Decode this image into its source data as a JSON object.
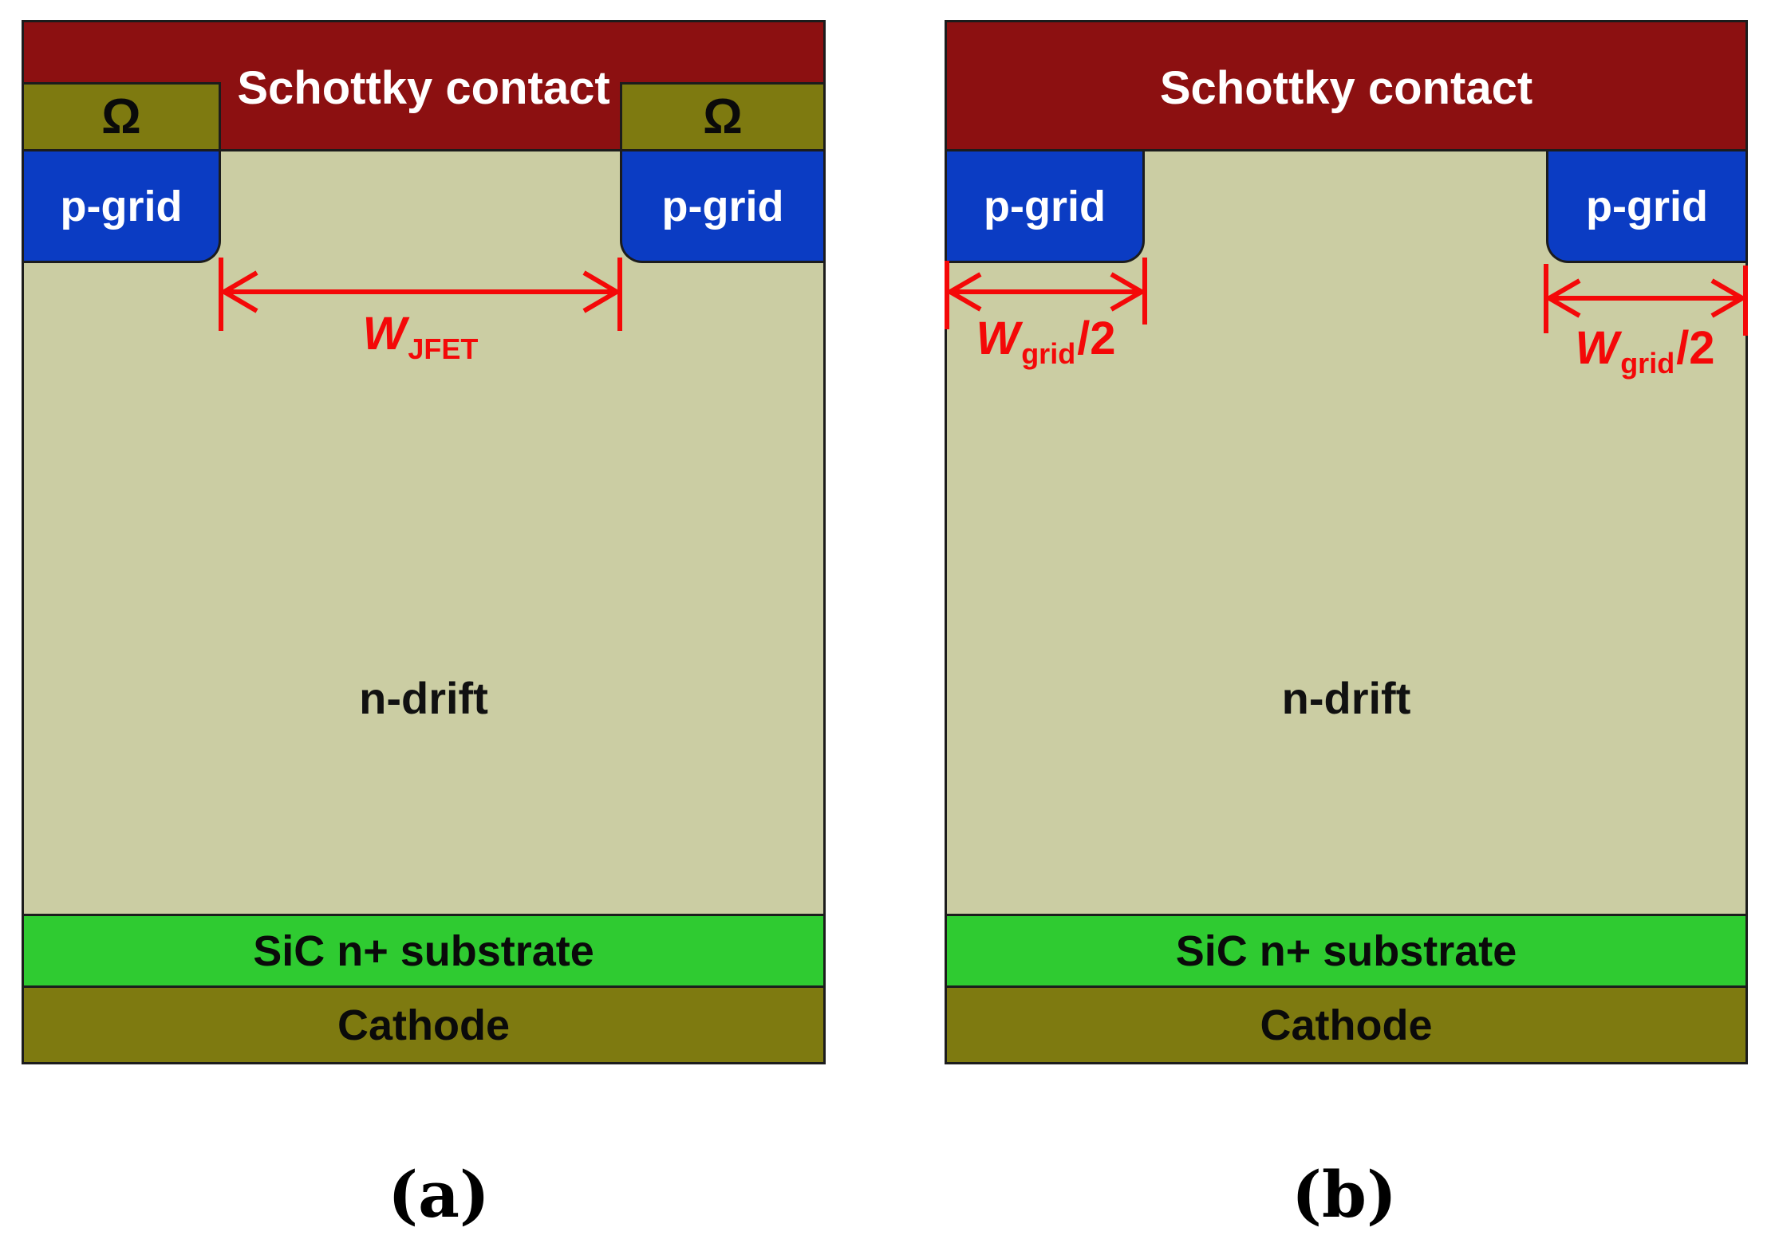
{
  "figure": {
    "panel_a": {
      "caption": "(a)",
      "schottky_contact": "Schottky contact",
      "ohmic_contact_left": "Ω",
      "ohmic_contact_right": "Ω",
      "p_grid_left": "p-grid",
      "p_grid_right": "p-grid",
      "n_drift": "n-drift",
      "substrate": "SiC n+ substrate",
      "cathode": "Cathode",
      "dimension": {
        "base": "W",
        "sub": "JFET"
      }
    },
    "panel_b": {
      "caption": "(b)",
      "schottky_contact": "Schottky contact",
      "p_grid_left": "p-grid",
      "p_grid_right": "p-grid",
      "n_drift": "n-drift",
      "substrate": "SiC n+ substrate",
      "cathode": "Cathode",
      "dimension_left": {
        "base": "W",
        "sub": "grid",
        "suffix": "/2"
      },
      "dimension_right": {
        "base": "W",
        "sub": "grid",
        "suffix": "/2"
      }
    }
  },
  "colors": {
    "schottky_red": "#8c1011",
    "ohmic_olive": "#7e7a10",
    "p_grid_blue": "#0b3cc3",
    "n_drift_beige": "#cbcda3",
    "substrate_green": "#2fcb31",
    "cathode_olive": "#7e7a10",
    "annotation_red": "#f40808",
    "outline_black": "#1c1c1c"
  }
}
